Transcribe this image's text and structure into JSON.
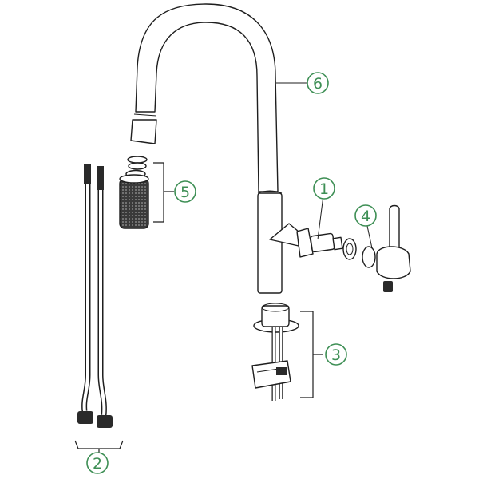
{
  "callouts": [
    {
      "label": "1"
    },
    {
      "label": "2"
    },
    {
      "label": "3"
    },
    {
      "label": "4"
    },
    {
      "label": "5"
    },
    {
      "label": "6"
    }
  ],
  "colors": {
    "callout_stroke": "#3e8f55",
    "callout_text": "#3e8f55",
    "line": "#1e1e1e",
    "hose_dark": "#2a2a2a"
  }
}
